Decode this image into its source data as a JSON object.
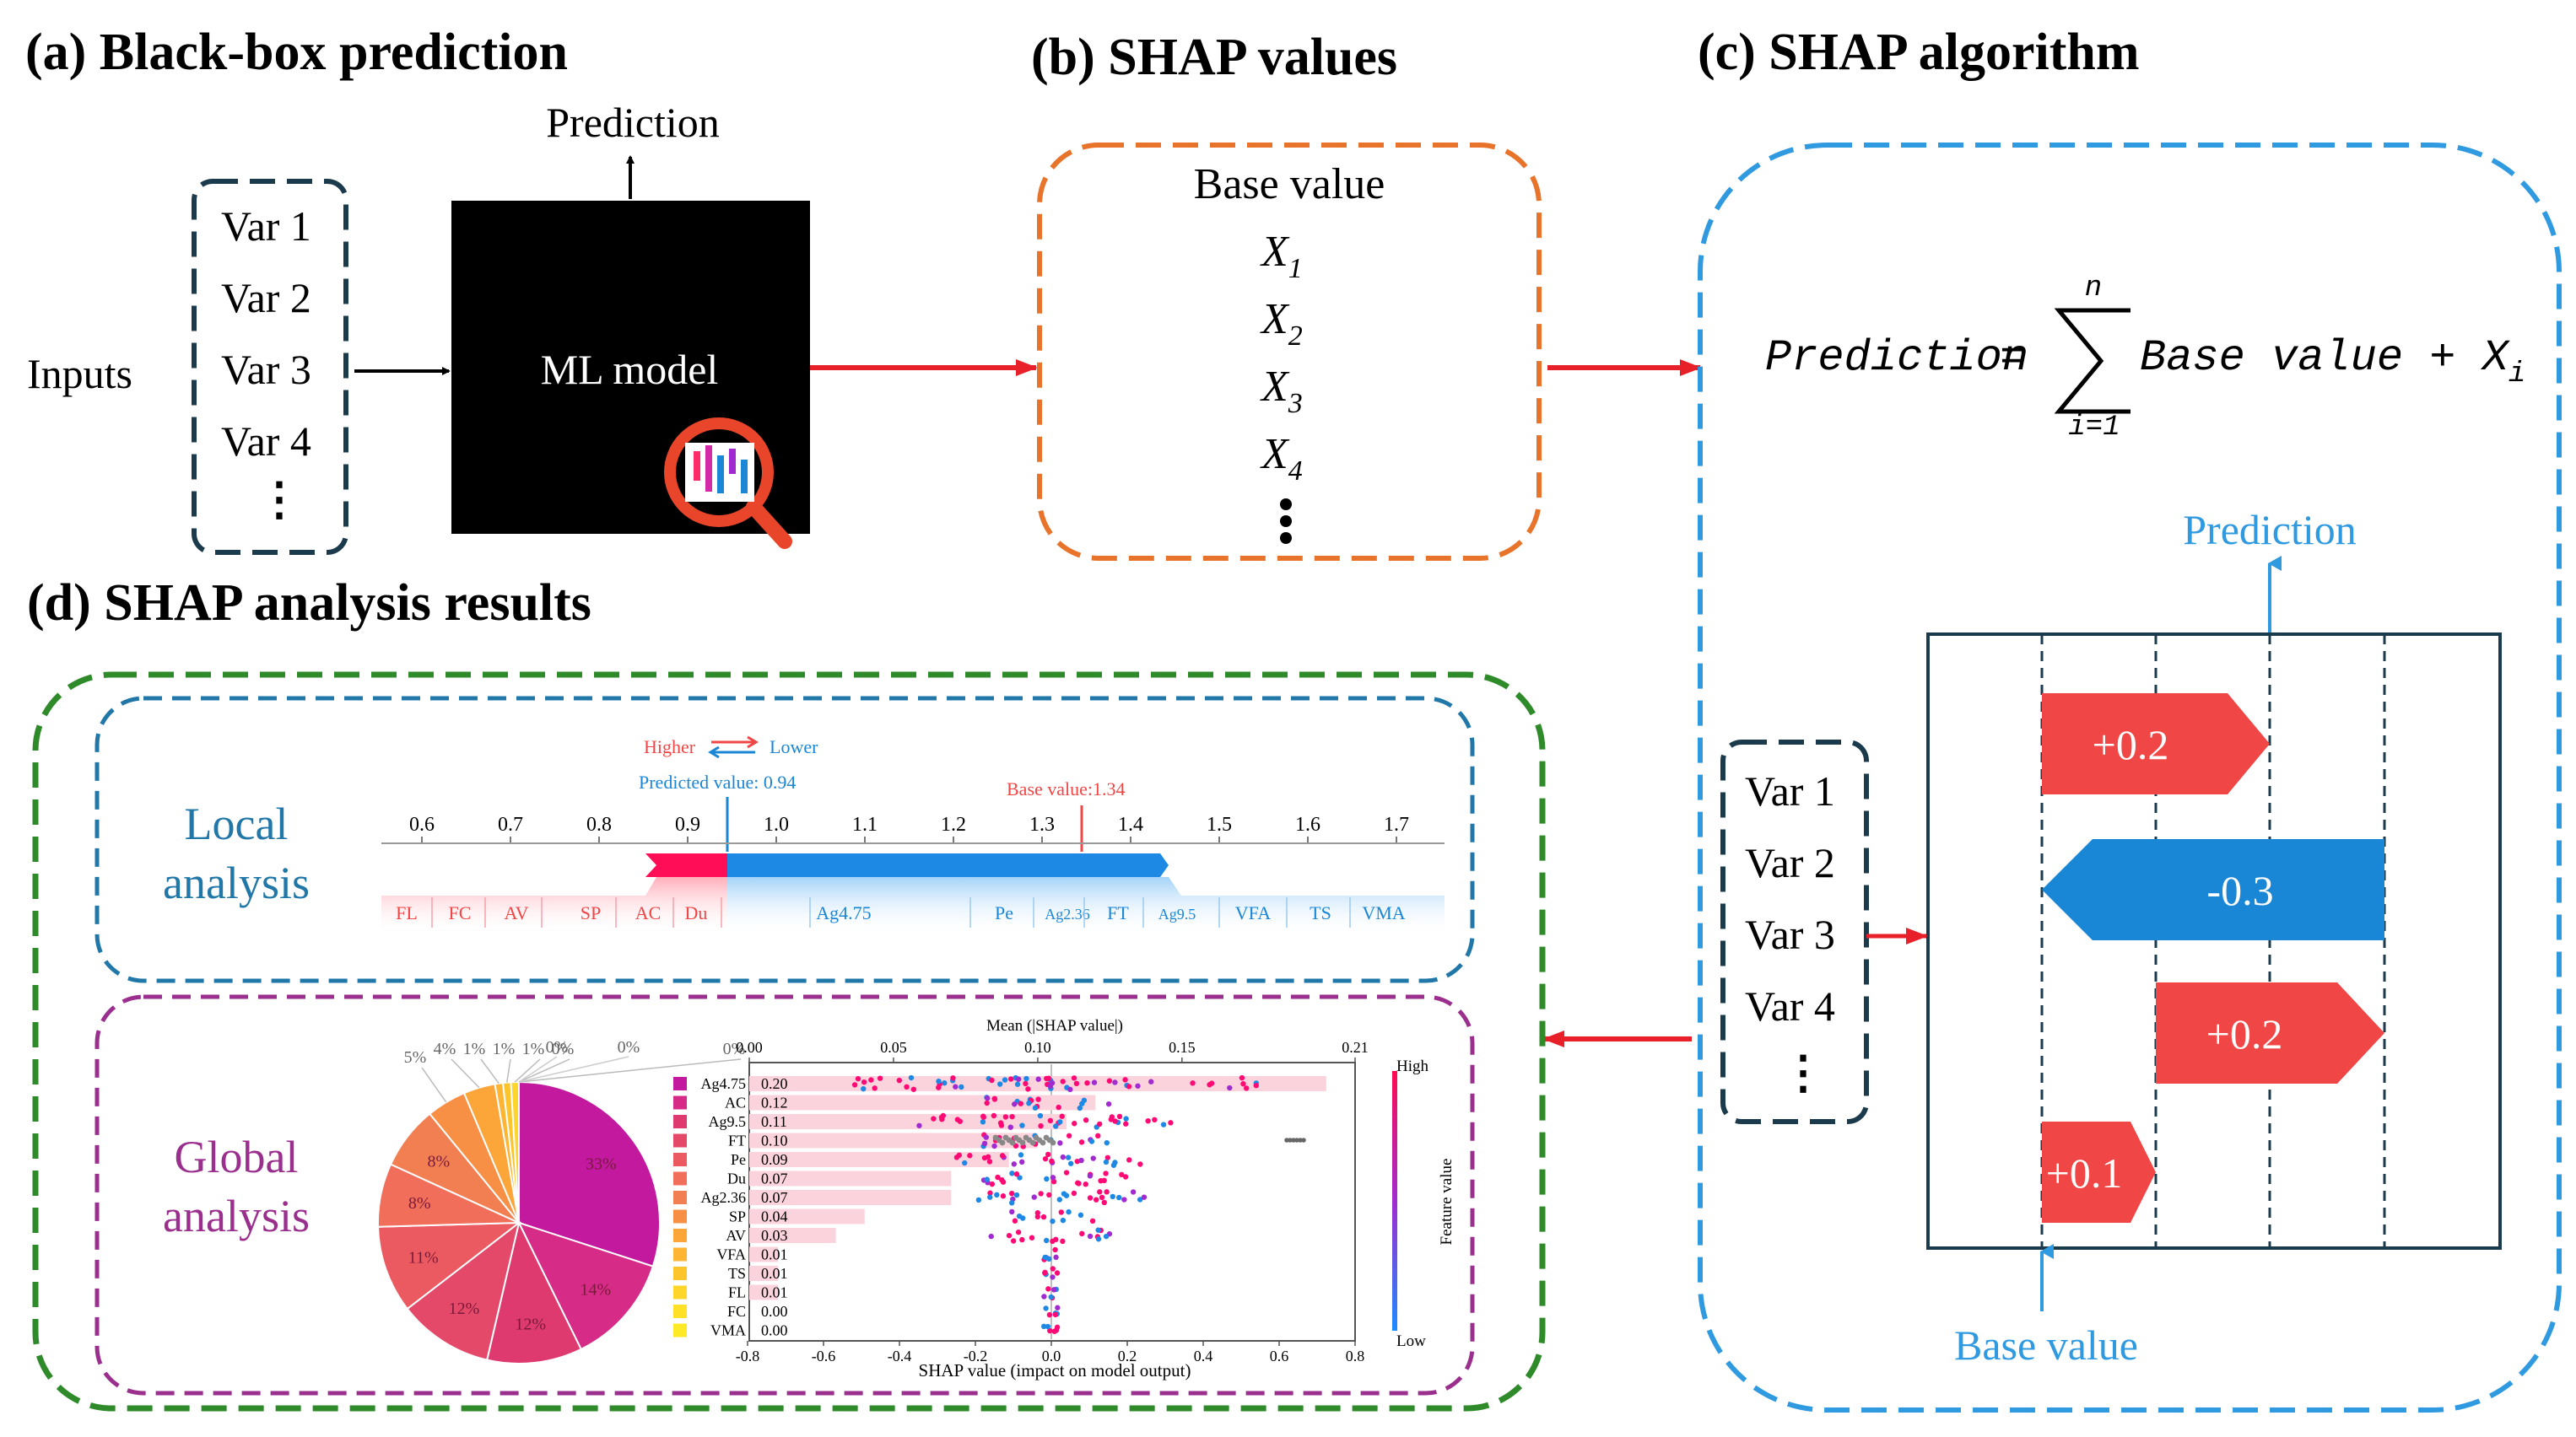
{
  "panels": {
    "a": {
      "title": "(a) Black-box prediction",
      "inputs_label": "Inputs",
      "vars": [
        "Var 1",
        "Var 2",
        "Var 3",
        "Var 4",
        "⋮"
      ],
      "model_label": "ML model",
      "prediction_label": "Prediction"
    },
    "b": {
      "title": "(b) SHAP values",
      "base_label": "Base value",
      "items": [
        "X",
        "X",
        "X",
        "X"
      ],
      "subs": [
        "1",
        "2",
        "3",
        "4"
      ]
    },
    "c": {
      "title": "(c) SHAP algorithm",
      "formula": {
        "lhs": "Prediction",
        "eq": "=",
        "sum_top": "n",
        "sum_bottom": "i=1",
        "rhs": "Base value + X",
        "rhs_sub": "i"
      },
      "vars": [
        "Var 1",
        "Var 2",
        "Var 3",
        "Var 4",
        "⋮"
      ],
      "bars": [
        "+0.2",
        "-0.3",
        "+0.2",
        "+0.1"
      ],
      "prediction_label": "Prediction",
      "base_value_label": "Base value"
    },
    "d": {
      "title": "(d) SHAP analysis  results",
      "local_label": [
        "Local",
        "analysis"
      ],
      "global_label": [
        "Global",
        "analysis"
      ],
      "force_plot": {
        "legend_higher": "Higher",
        "legend_lower": "Lower",
        "predicted_label": "Predicted value: 0.94",
        "base_label": "Base value:1.34",
        "ticks": [
          "0.6",
          "0.7",
          "0.8",
          "0.9",
          "1.0",
          "1.1",
          "1.2",
          "1.3",
          "1.4",
          "1.5",
          "1.6",
          "1.7"
        ],
        "red_features": [
          "FL",
          "FC",
          "AV",
          "SP",
          "AC",
          "Du"
        ],
        "blue_features": [
          "Ag4.75",
          "Pe",
          "Ag2.36",
          "FT",
          "Ag9.5",
          "VFA",
          "TS",
          "VMA"
        ]
      },
      "pie": {
        "labels": [
          "33%",
          "14%",
          "12%",
          "12%",
          "11%",
          "8%",
          "8%",
          "5%",
          "4%",
          "1%",
          "1%",
          "1%",
          "0%",
          "0%"
        ],
        "values": [
          33,
          14,
          12,
          12,
          11,
          8,
          8,
          5,
          4,
          1,
          1,
          1,
          0,
          0
        ],
        "colors": [
          "#c2199f",
          "#d62b86",
          "#de3a6f",
          "#e4496a",
          "#eb5a60",
          "#f06e5a",
          "#f27f52",
          "#f79045",
          "#fca63a",
          "#fdb533",
          "#fdc52c",
          "#fed52a",
          "#fee027",
          "#fee927"
        ]
      },
      "summary": {
        "features": [
          "Ag4.75",
          "AC",
          "Ag9.5",
          "FT",
          "Pe",
          "Du",
          "Ag2.36",
          "SP",
          "AV",
          "VFA",
          "TS",
          "FL",
          "FC",
          "VMA"
        ],
        "mean_values": [
          "0.20",
          "0.12",
          "0.11",
          "0.10",
          "0.09",
          "0.07",
          "0.07",
          "0.04",
          "0.03",
          "0.01",
          "0.01",
          "0.01",
          "0.00",
          "0.00"
        ],
        "mean_numeric": [
          0.2,
          0.12,
          0.11,
          0.1,
          0.09,
          0.07,
          0.07,
          0.04,
          0.03,
          0.01,
          0.01,
          0.01,
          0.0,
          0.0
        ],
        "swatch_colors": [
          "#c2199f",
          "#d62b86",
          "#de3a6f",
          "#e4496a",
          "#eb5a60",
          "#f06e5a",
          "#f27f52",
          "#f79045",
          "#fca63a",
          "#fdb533",
          "#fdc52c",
          "#fed52a",
          "#fee027",
          "#fee927"
        ],
        "top_axis_title": "Mean (|SHAP value|)",
        "top_ticks": [
          "0.00",
          "0.05",
          "0.10",
          "0.15",
          "0.21"
        ],
        "bottom_axis_title": "SHAP value (impact on model output)",
        "bottom_ticks": [
          "-0.8",
          "-0.6",
          "-0.4",
          "-0.2",
          "0.0",
          "0.2",
          "0.4",
          "0.6",
          "0.8"
        ],
        "colorbar_high": "High",
        "colorbar_low": "Low",
        "colorbar_title": "Feature value"
      }
    }
  },
  "colors": {
    "red": "#f04646",
    "blue": "#1a86d6",
    "orange": "#e8732a",
    "navy": "#1b3a4b",
    "green": "#2f8a2a",
    "purple": "#9a2f8e",
    "light_blue": "#2f9ae0",
    "arrow_red": "#e8202a"
  }
}
